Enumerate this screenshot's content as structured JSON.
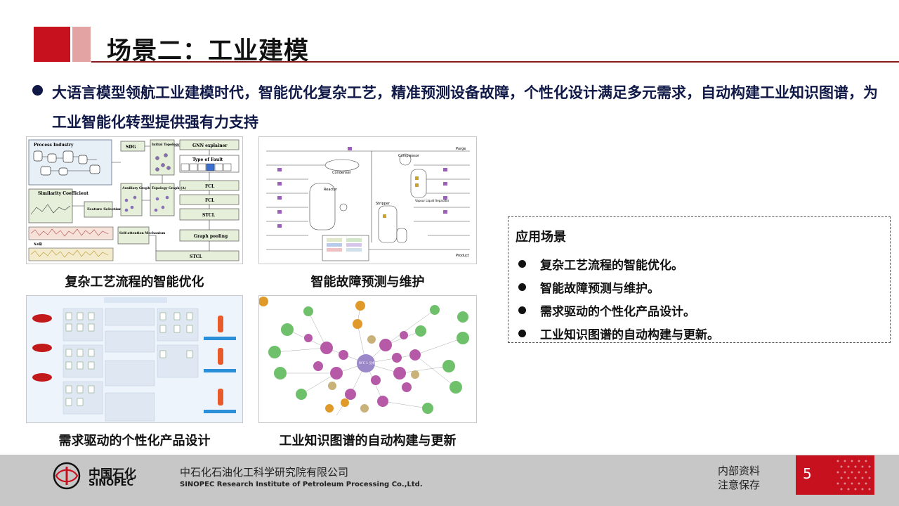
{
  "header": {
    "title": "场景二：工业建模"
  },
  "bullet": {
    "text": "大语言模型领航工业建模时代，智能优化复杂工艺，精准预测设备故障，个性化设计满足多元需求，自动构建工业知识图谱，为工业智能化转型提供强有力支持"
  },
  "figures": {
    "fig1": {
      "caption": "复杂工艺流程的智能优化",
      "labels": {
        "process": "Process Industry",
        "sdg": "SDG",
        "initial": "Initial Topology Graph (A₁)",
        "gnn": "GNN explainer",
        "fault": "Type of Fault",
        "similarity": "Similarity Coefficient",
        "feature": "Feature Selection",
        "auxiliary": "Auxiliary Graph (N)",
        "topology": "Topology Graph (A)",
        "fcl": "FCL",
        "stcl": "STCL",
        "pooling": "Graph pooling",
        "attention": "Self-attention Mechanism",
        "stcl_bottom": "STCL"
      }
    },
    "fig2": {
      "caption": "智能故障预测与维护",
      "labels": {
        "condenser": "Condenser",
        "compressor": "Compressor",
        "reactor": "Reactor",
        "stripper": "Stripper",
        "separator": "Vapour Liquid Separator",
        "purge": "Purge",
        "product": "Product"
      }
    },
    "fig3": {
      "caption": "需求驱动的个性化产品设计"
    },
    "fig4": {
      "caption": "工业知识图谱的自动构建与更新",
      "center_label": "RFC 1 分析结构"
    }
  },
  "application": {
    "title": "应用场景",
    "items": [
      "复杂工艺流程的智能优化。",
      "智能故障预测与维护。",
      "需求驱动的个性化产品设计。",
      "工业知识图谱的自动构建与更新。"
    ]
  },
  "footer": {
    "logo_cn": "中国石化",
    "logo_en": "SINOPEC",
    "org_cn": "中石化石油化工科学研究院有限公司",
    "org_en": "SINOPEC Research Institute of Petroleum Processing Co.,Ltd.",
    "internal1": "内部资料",
    "internal2": "注意保存",
    "page_number": "5"
  },
  "colors": {
    "brand_red": "#c8111e",
    "navy": "#0f1846"
  }
}
